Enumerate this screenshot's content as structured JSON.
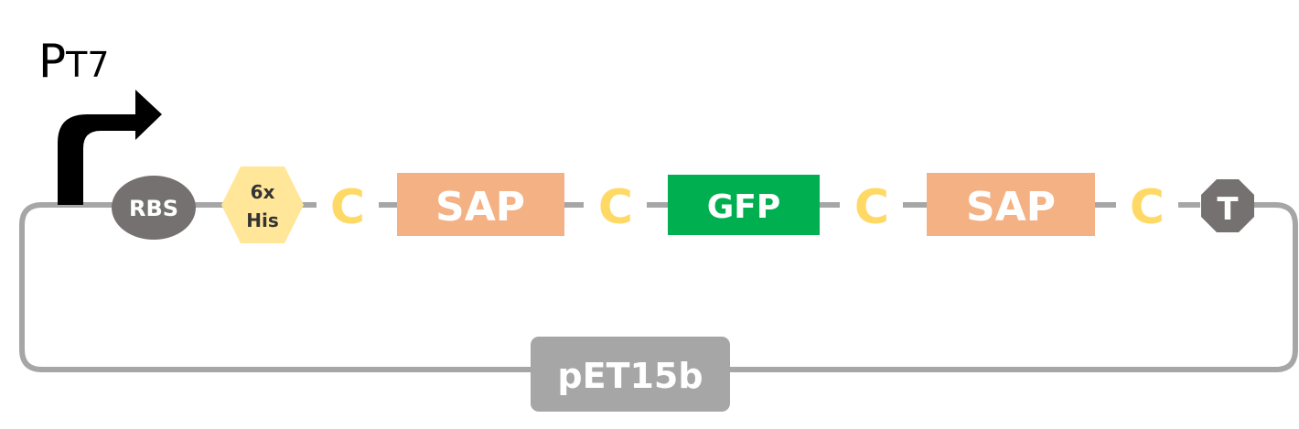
{
  "diagram": {
    "promoter": {
      "letter": "P",
      "subscript": "T7",
      "icon": "bent-arrow-icon"
    },
    "rbs": {
      "label": "RBS",
      "icon": "ellipse",
      "color": "#767171"
    },
    "his_tag": {
      "line1": "6x",
      "line2": "His",
      "icon": "hexagon",
      "color": "#ffe699"
    },
    "linkers": [
      "C",
      "C",
      "C",
      "C"
    ],
    "linker_color": "#ffd966",
    "sap_1": {
      "label": "SAP",
      "color": "#f4b183"
    },
    "gfp": {
      "label": "GFP",
      "color": "#00b050"
    },
    "sap_2": {
      "label": "SAP",
      "color": "#f4b183"
    },
    "terminator": {
      "label": "T",
      "icon": "octagon",
      "color": "#767171"
    },
    "backbone": {
      "label": "pET15b",
      "color": "#a6a6a6"
    }
  }
}
